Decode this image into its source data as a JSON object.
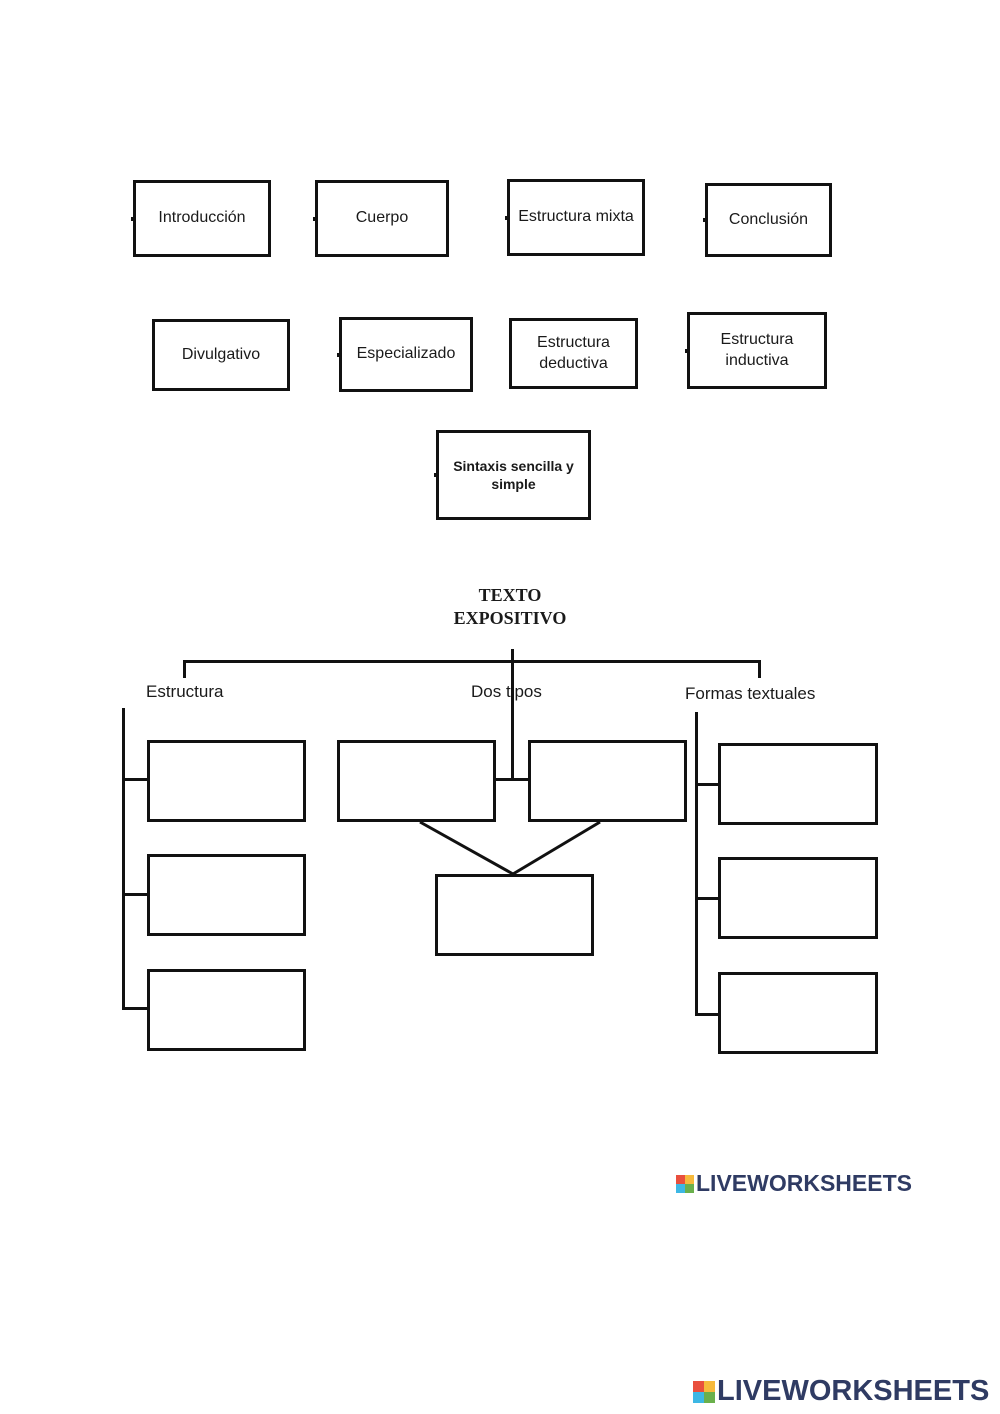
{
  "word_bank": {
    "items": [
      {
        "label": "Introducción"
      },
      {
        "label": "Cuerpo"
      },
      {
        "label": "Estructura  mixta"
      },
      {
        "label": "Conclusión"
      },
      {
        "label": "Divulgativo"
      },
      {
        "label": "Especializado"
      },
      {
        "label": "Estructura\ndeductiva"
      },
      {
        "label": "Estructura\ninductiva"
      },
      {
        "label": "Sintaxis sencilla y\nsimple"
      }
    ]
  },
  "diagram": {
    "title": "TEXTO\nEXPOSITIVO",
    "branches": {
      "left": "Estructura",
      "middle": "Dos tipos",
      "right": "Formas textuales"
    }
  },
  "brand": {
    "name": "LIVEWORKSHEETS",
    "logo_letters": "LIVE",
    "colors": {
      "text": "#2f3b63",
      "logo": [
        "#e94f3d",
        "#f6b93b",
        "#3db7e4",
        "#6ab04c"
      ]
    }
  }
}
